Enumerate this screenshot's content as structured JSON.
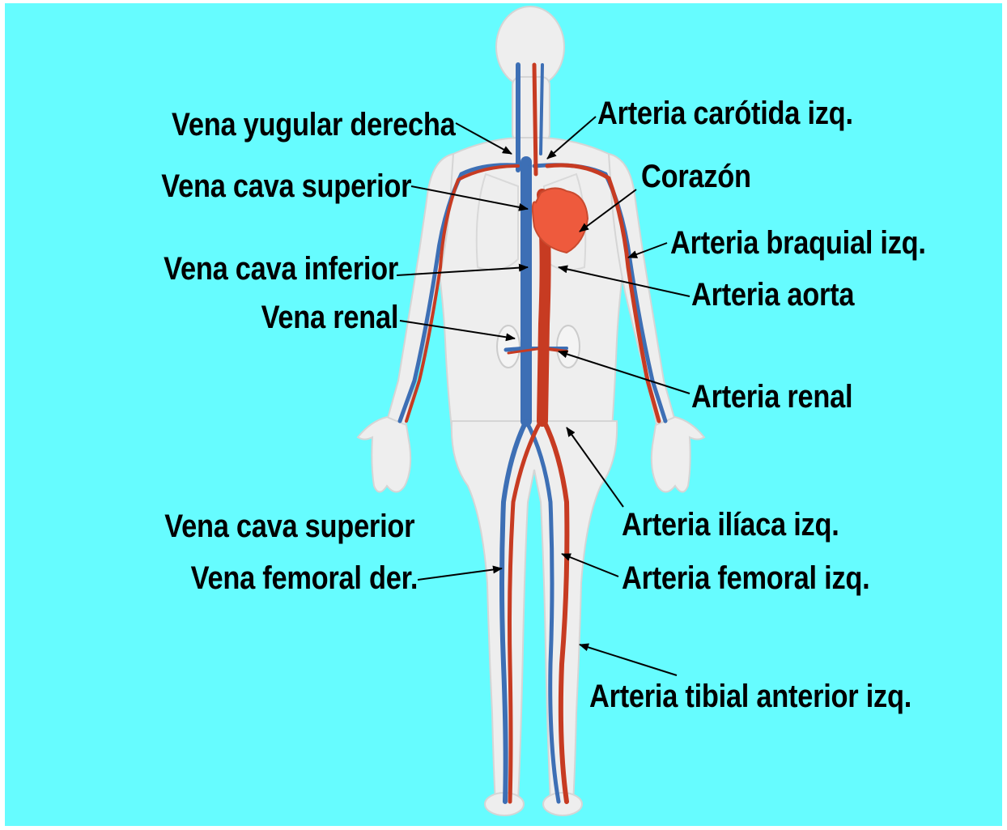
{
  "colors": {
    "background": "#66fcff",
    "body": "#eeeeee",
    "body_outline": "#d7d7d7",
    "vein": "#3d6fb5",
    "artery": "#c73b22",
    "heart": "#ee5a3d",
    "label_text": "#000000"
  },
  "labels": {
    "vena_yugular_derecha": "Vena yugular derecha",
    "vena_cava_superior": "Vena cava superior",
    "vena_cava_inferior": "Vena cava inferior",
    "vena_renal": "Vena renal",
    "vena_cava_superior_2": "Vena cava superior",
    "vena_femoral_der": "Vena femoral der.",
    "arteria_carotida_izq": "Arteria carótida izq.",
    "corazon": "Corazón",
    "arteria_braquial_izq": "Arteria braquial izq.",
    "arteria_aorta": "Arteria aorta",
    "arteria_renal": "Arteria renal",
    "arteria_iliaca_izq": "Arteria ilíaca izq.",
    "arteria_femoral_izq": "Arteria femoral izq.",
    "arteria_tibial_anterior_izq": "Arteria tibial anterior izq."
  }
}
